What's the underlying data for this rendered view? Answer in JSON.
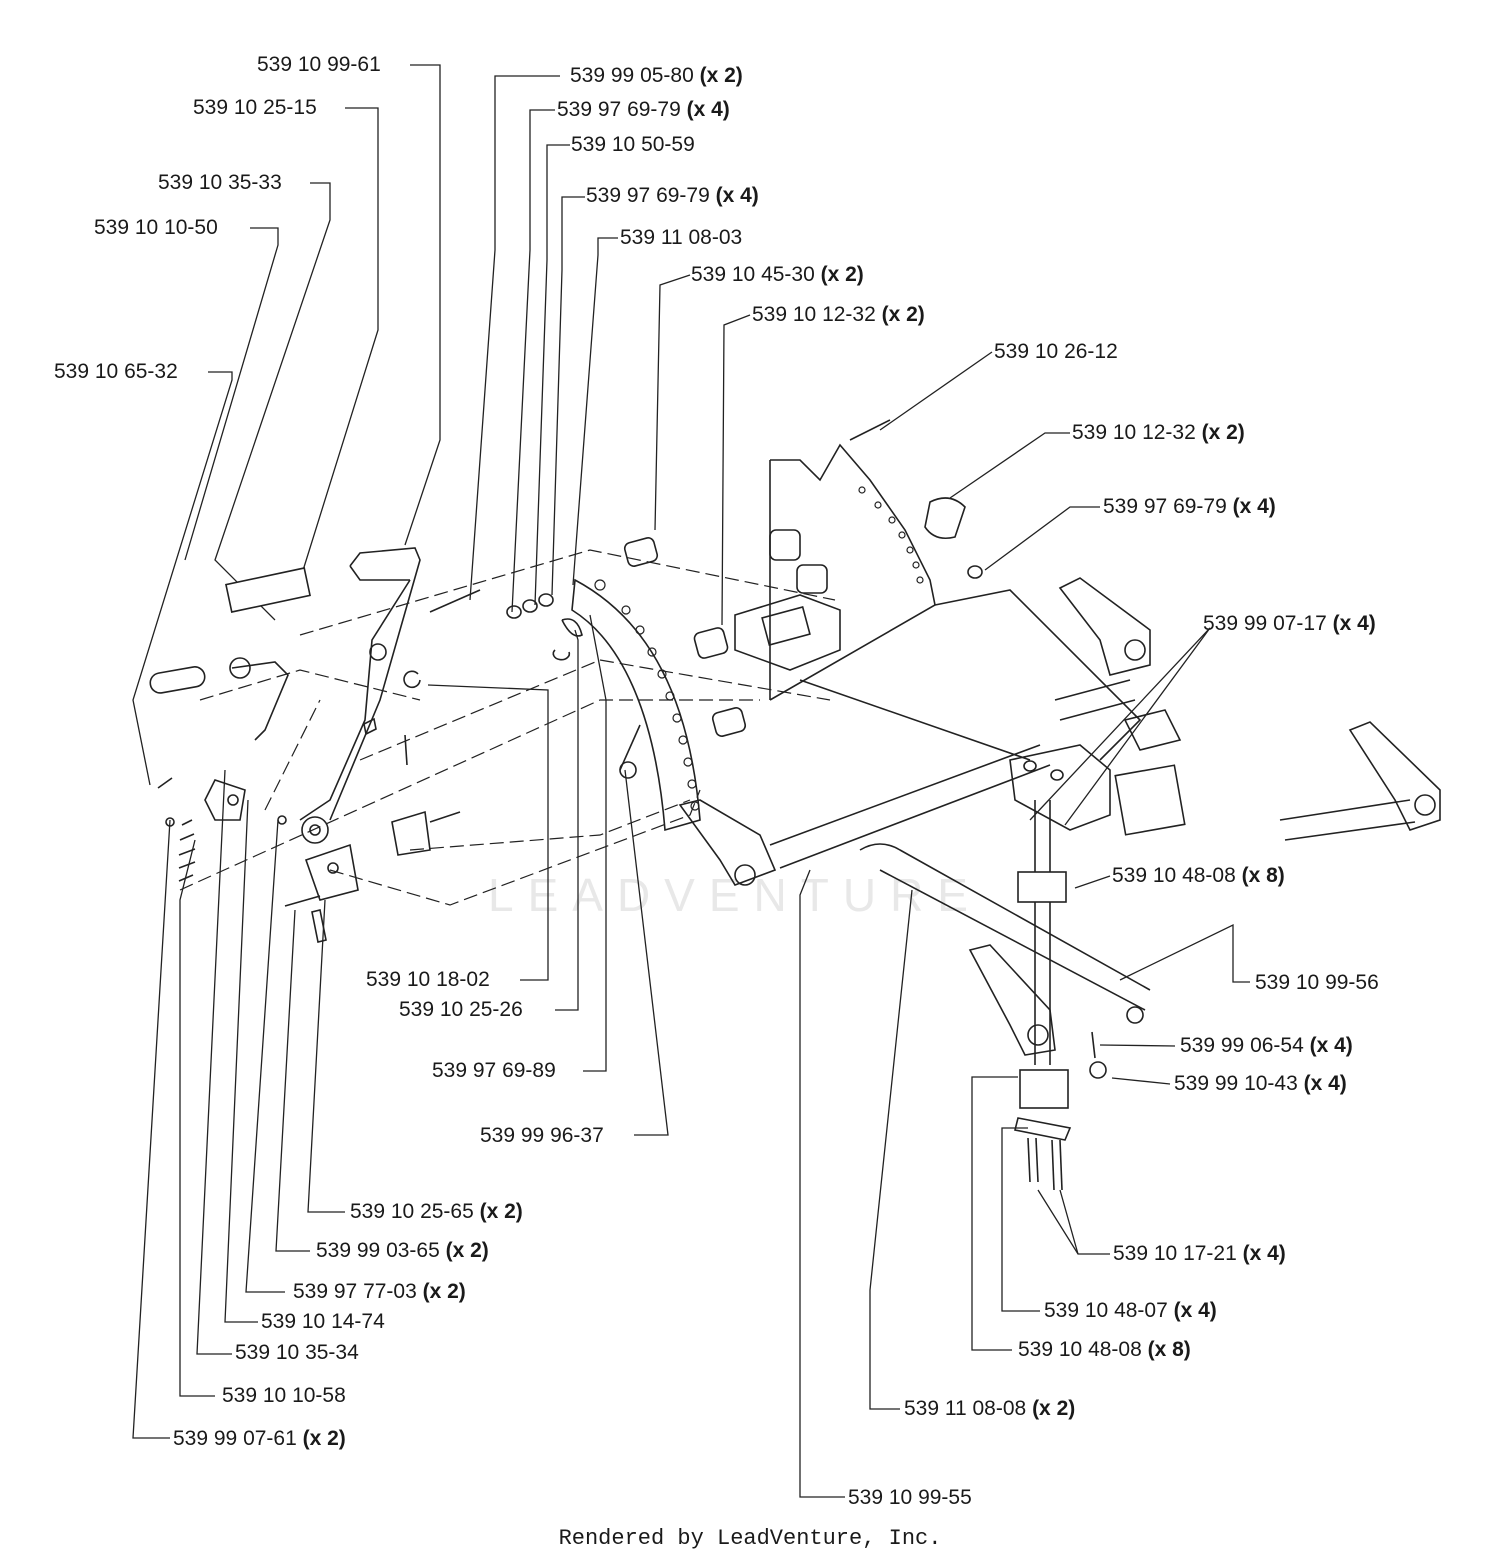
{
  "watermark": "LEADVENTURE",
  "footer": "Rendered by LeadVenture, Inc.",
  "labels": [
    {
      "id": "lbl-01",
      "part": "539 10 99-61",
      "qty": ""
    },
    {
      "id": "lbl-02",
      "part": "539 10 25-15",
      "qty": ""
    },
    {
      "id": "lbl-03",
      "part": "539 10 35-33",
      "qty": ""
    },
    {
      "id": "lbl-04",
      "part": "539 10 10-50",
      "qty": ""
    },
    {
      "id": "lbl-05",
      "part": "539 10 65-32",
      "qty": ""
    },
    {
      "id": "lbl-06",
      "part": "539 99 05-80",
      "qty": "(x 2)"
    },
    {
      "id": "lbl-07",
      "part": "539 97 69-79",
      "qty": "(x 4)"
    },
    {
      "id": "lbl-08",
      "part": "539 10 50-59",
      "qty": ""
    },
    {
      "id": "lbl-09",
      "part": "539 97 69-79",
      "qty": "(x 4)"
    },
    {
      "id": "lbl-10",
      "part": "539 11 08-03",
      "qty": ""
    },
    {
      "id": "lbl-11",
      "part": "539 10 45-30",
      "qty": "(x 2)"
    },
    {
      "id": "lbl-12",
      "part": "539 10 12-32",
      "qty": "(x 2)"
    },
    {
      "id": "lbl-13",
      "part": "539 10 26-12",
      "qty": ""
    },
    {
      "id": "lbl-14",
      "part": "539 10 12-32",
      "qty": "(x 2)"
    },
    {
      "id": "lbl-15",
      "part": "539 97 69-79",
      "qty": "(x 4)"
    },
    {
      "id": "lbl-16",
      "part": "539 99 07-17",
      "qty": "(x 4)"
    },
    {
      "id": "lbl-17",
      "part": "539 10 48-08",
      "qty": "(x 8)"
    },
    {
      "id": "lbl-18",
      "part": "539 10 99-56",
      "qty": ""
    },
    {
      "id": "lbl-19",
      "part": "539 99 06-54",
      "qty": "(x 4)"
    },
    {
      "id": "lbl-20",
      "part": "539 99 10-43",
      "qty": "(x 4)"
    },
    {
      "id": "lbl-21",
      "part": "539 10 17-21",
      "qty": "(x 4)"
    },
    {
      "id": "lbl-22",
      "part": "539 10 48-07",
      "qty": "(x 4)"
    },
    {
      "id": "lbl-23",
      "part": "539 10 48-08",
      "qty": "(x 8)"
    },
    {
      "id": "lbl-24",
      "part": "539 11 08-08",
      "qty": "(x 2)"
    },
    {
      "id": "lbl-25",
      "part": "539 10 99-55",
      "qty": ""
    },
    {
      "id": "lbl-26",
      "part": "539 10 18-02",
      "qty": ""
    },
    {
      "id": "lbl-27",
      "part": "539 10 25-26",
      "qty": ""
    },
    {
      "id": "lbl-28",
      "part": "539 97 69-89",
      "qty": ""
    },
    {
      "id": "lbl-29",
      "part": "539 99 96-37",
      "qty": ""
    },
    {
      "id": "lbl-30",
      "part": "539 10 25-65",
      "qty": "(x 2)"
    },
    {
      "id": "lbl-31",
      "part": "539 99 03-65",
      "qty": "(x 2)"
    },
    {
      "id": "lbl-32",
      "part": "539 97 77-03",
      "qty": "(x 2)"
    },
    {
      "id": "lbl-33",
      "part": "539 10 14-74",
      "qty": ""
    },
    {
      "id": "lbl-34",
      "part": "539 10 35-34",
      "qty": ""
    },
    {
      "id": "lbl-35",
      "part": "539 10 10-58",
      "qty": ""
    },
    {
      "id": "lbl-36",
      "part": "539 99 07-61",
      "qty": "(x 2)"
    }
  ]
}
